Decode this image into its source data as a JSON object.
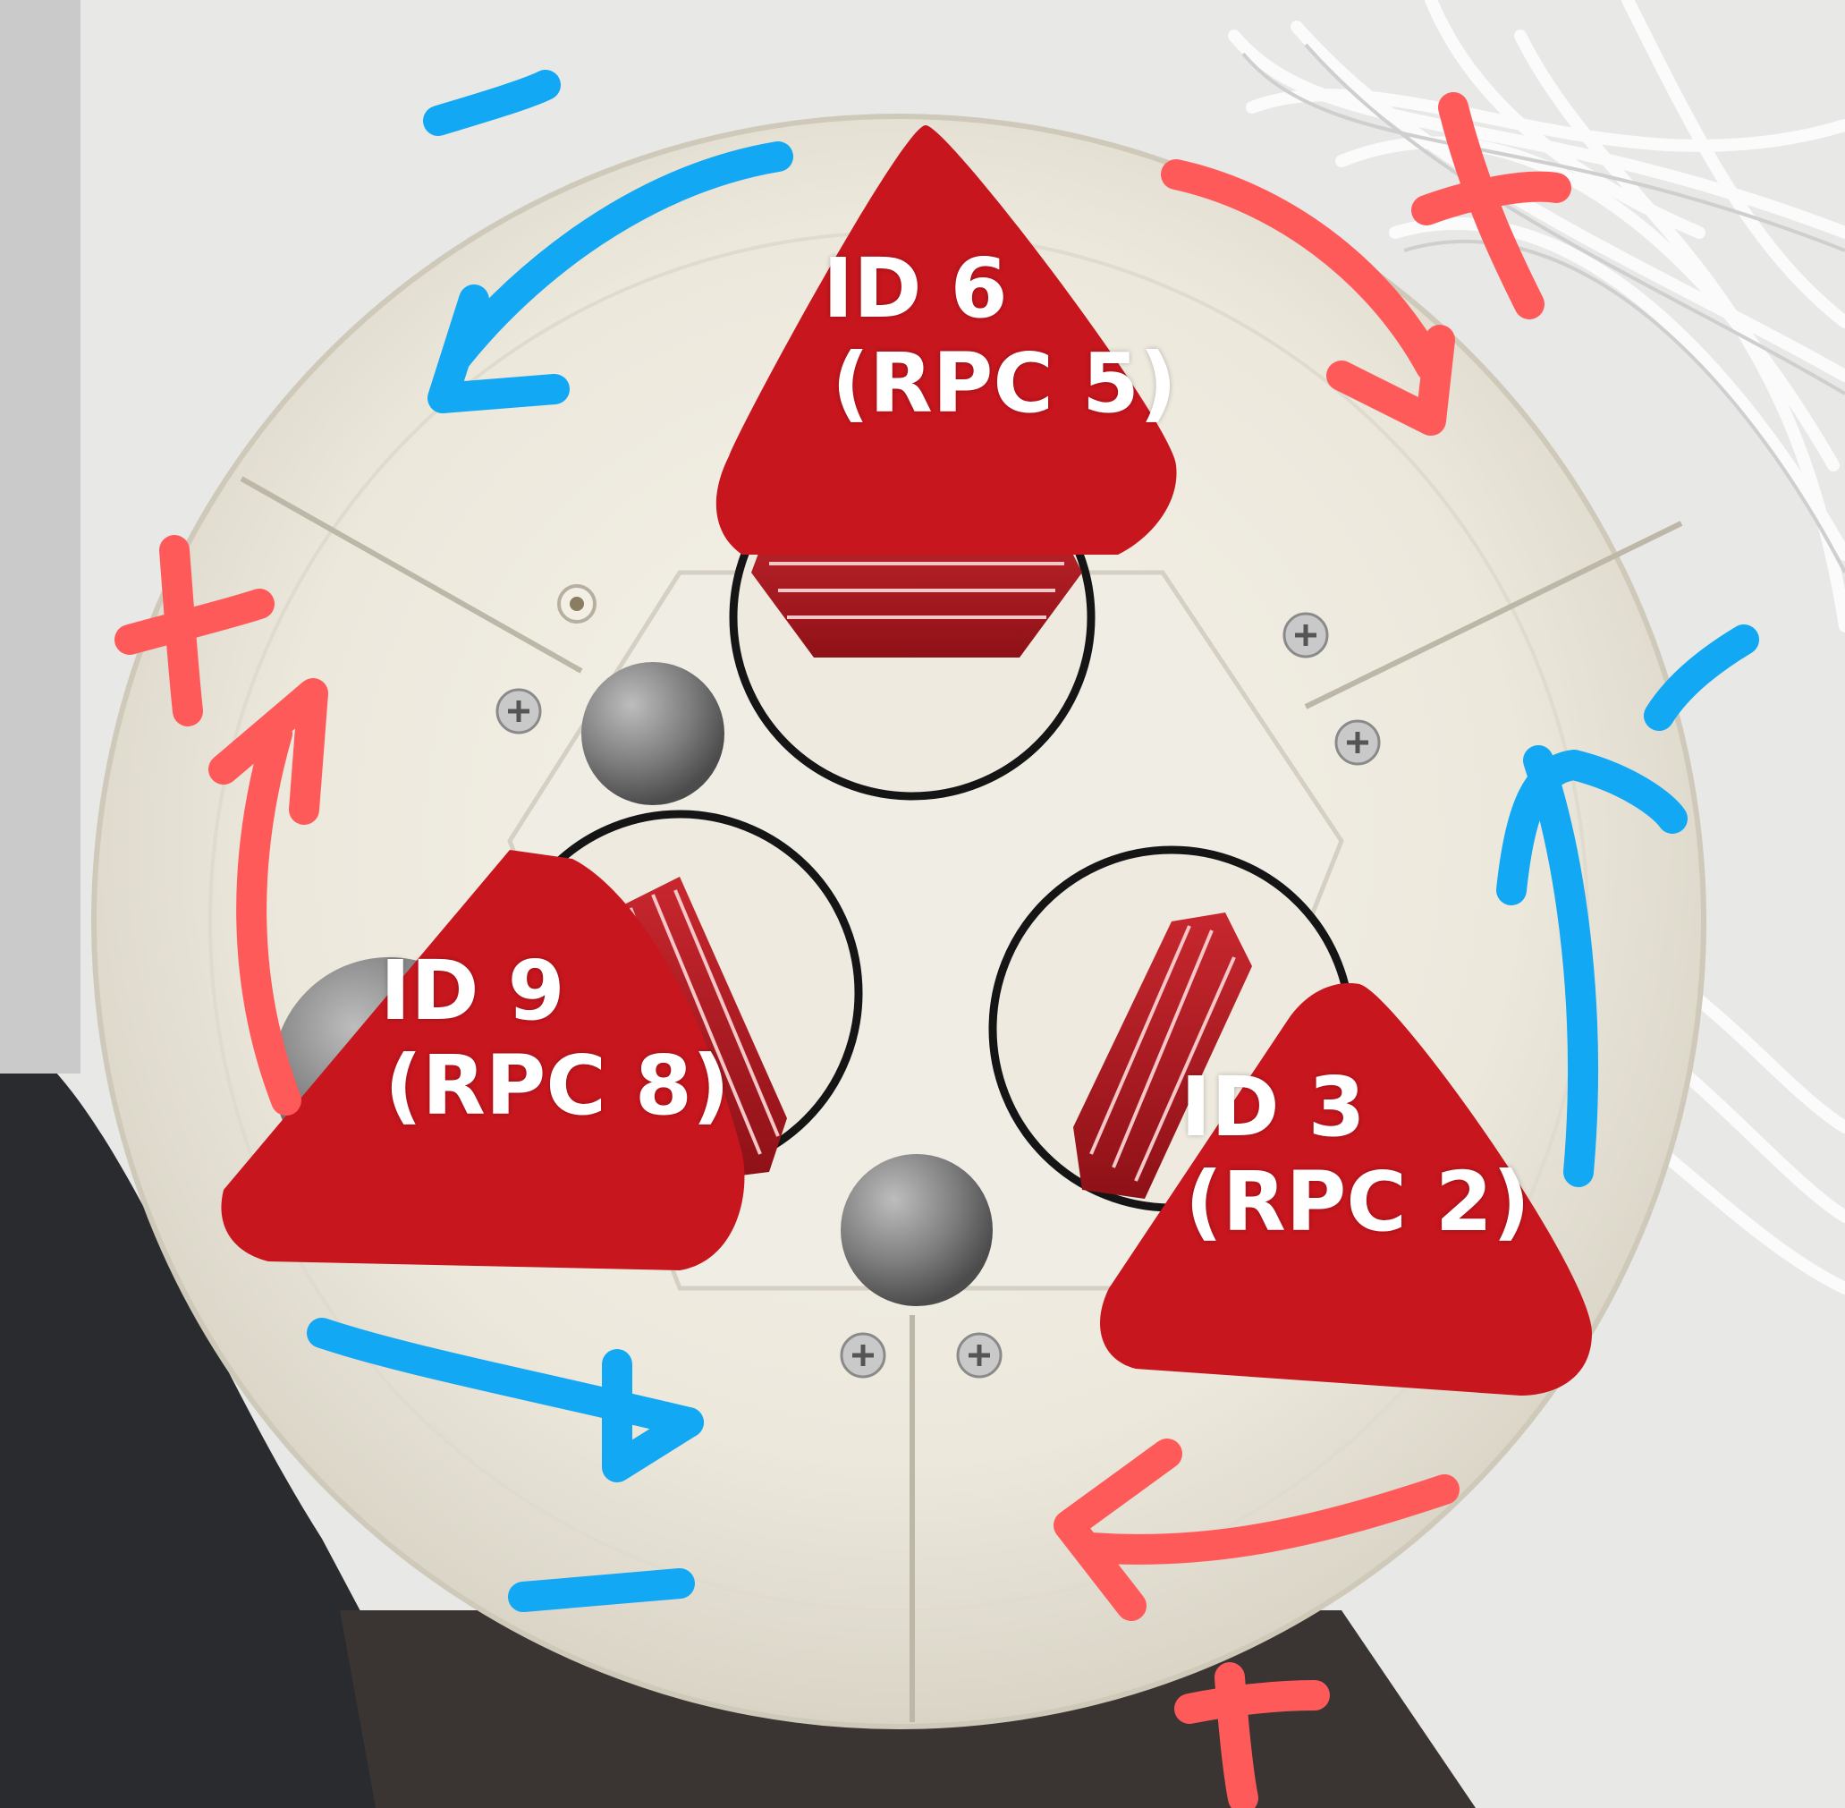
{
  "colors": {
    "positive": "#ff5a5a",
    "negative": "#12a8f4",
    "body": "#f1eee4",
    "plate": "#b9141a",
    "text": "#ffffff"
  },
  "motors": [
    {
      "id_label": "ID 6",
      "rpc_label": "(RPC 5)"
    },
    {
      "id_label": "ID 9",
      "rpc_label": "(RPC 8)"
    },
    {
      "id_label": "ID 3",
      "rpc_label": "(RPC 2)"
    }
  ]
}
